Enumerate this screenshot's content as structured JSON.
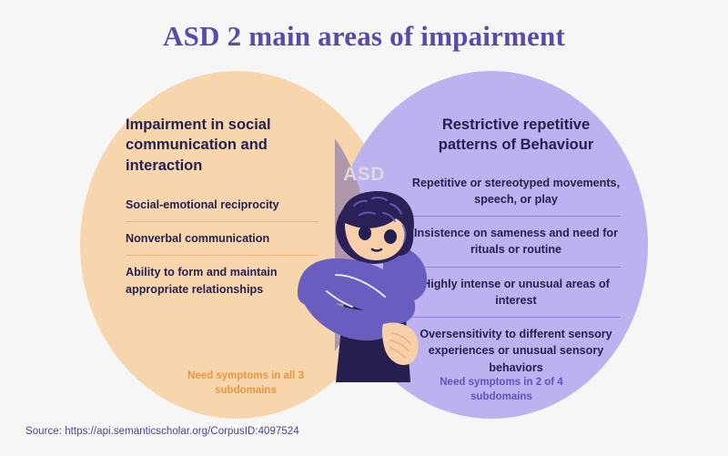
{
  "page": {
    "title": "ASD 2 main areas of impairment",
    "background_color": "#f7f6f7",
    "title_color": "#5b4aa6"
  },
  "venn": {
    "overlap_label": "ASD",
    "left_circle_color": "#f7d6ae",
    "right_circle_color": "#bcb2ef",
    "overlap_color": "#af96ab",
    "left": {
      "heading": "Impairment in social communication and interaction",
      "items": [
        "Social-emotional reciprocity",
        "Nonverbal communication",
        "Ability to form and maintain appropriate relationships"
      ],
      "footer": "Need symptoms in all 3 subdomains",
      "footer_color": "#e8953e",
      "divider_color": "#e9b98a"
    },
    "right": {
      "heading": "Restrictive repetitive patterns of Behaviour",
      "items": [
        "Repetitive or stereotyped movements, speech, or play",
        "Insistence on sameness and need for rituals or routine",
        "Highly intense or unusual areas of interest",
        "Oversensitivity to different sensory experiences or unusual sensory behaviors"
      ],
      "footer": "Need symptoms in 2 of 4 subdomains",
      "footer_color": "#5f52c0",
      "divider_color": "#8d82d6"
    }
  },
  "illustration": {
    "name": "child-resting-head-on-arms",
    "hair_color": "#2b2158",
    "skin_color": "#f7cfa8",
    "sweater_color": "#6a5dc0",
    "shirt_color": "#241f4e"
  },
  "source": {
    "text": "Source: https://api.semanticscholar.org/CorpusID:4097524"
  }
}
